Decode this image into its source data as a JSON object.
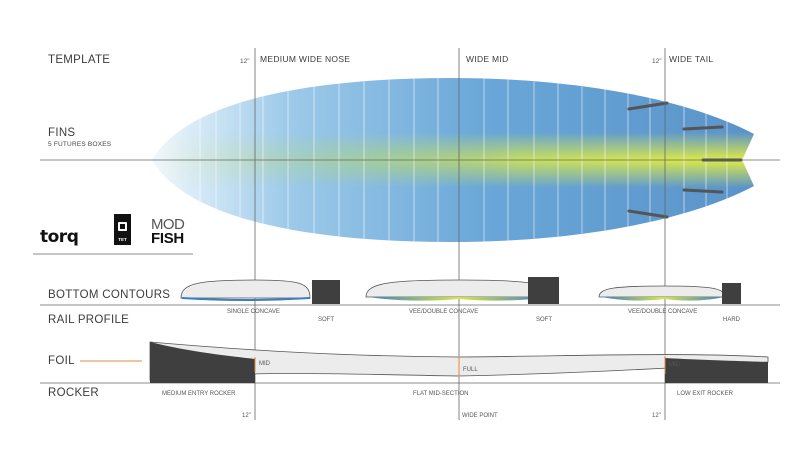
{
  "sections": {
    "template": "TEMPLATE",
    "fins": "FINS",
    "fins_sub": "5 FUTURES BOXES",
    "bottom_contours": "BOTTOM  CONTOURS",
    "rail_profile": "RAIL PROFILE",
    "foil": "FOIL",
    "rocker": "ROCKER"
  },
  "template_zones": {
    "nose_mark": "12\"",
    "nose": "MEDIUM WIDE NOSE",
    "mid": "WIDE MID",
    "tail_mark": "12\"",
    "tail": "WIDE TAIL"
  },
  "logos": {
    "torq": "torq",
    "tet": "TET",
    "mod": "MOD",
    "fish": "FISH"
  },
  "contours": {
    "nose": "SINGLE CONCAVE",
    "mid": "VEE/DOUBLE CONCAVE",
    "tail": "VEE/DOUBLE CONCAVE"
  },
  "rails": {
    "nose": "SOFT",
    "mid": "SOFT",
    "tail": "HARD"
  },
  "foil": {
    "nose": "MID",
    "mid": "FULL",
    "tail": "MID"
  },
  "rocker": {
    "entry": "MEDIUM ENTRY ROCKER",
    "mid": "FLAT MID-SECTION",
    "exit": "LOW EXIT ROCKER"
  },
  "bottom_marks": {
    "left": "12\"",
    "center": "WIDE POINT",
    "right": "12\""
  },
  "colors": {
    "board_edge": "#5b93c8",
    "board_nose": "#e9f4fb",
    "board_core": "#e8ec3a",
    "guide_line": "#666666",
    "fin": "#555555",
    "block": "#3f3f3f",
    "foil_accent": "#e08a3a"
  }
}
